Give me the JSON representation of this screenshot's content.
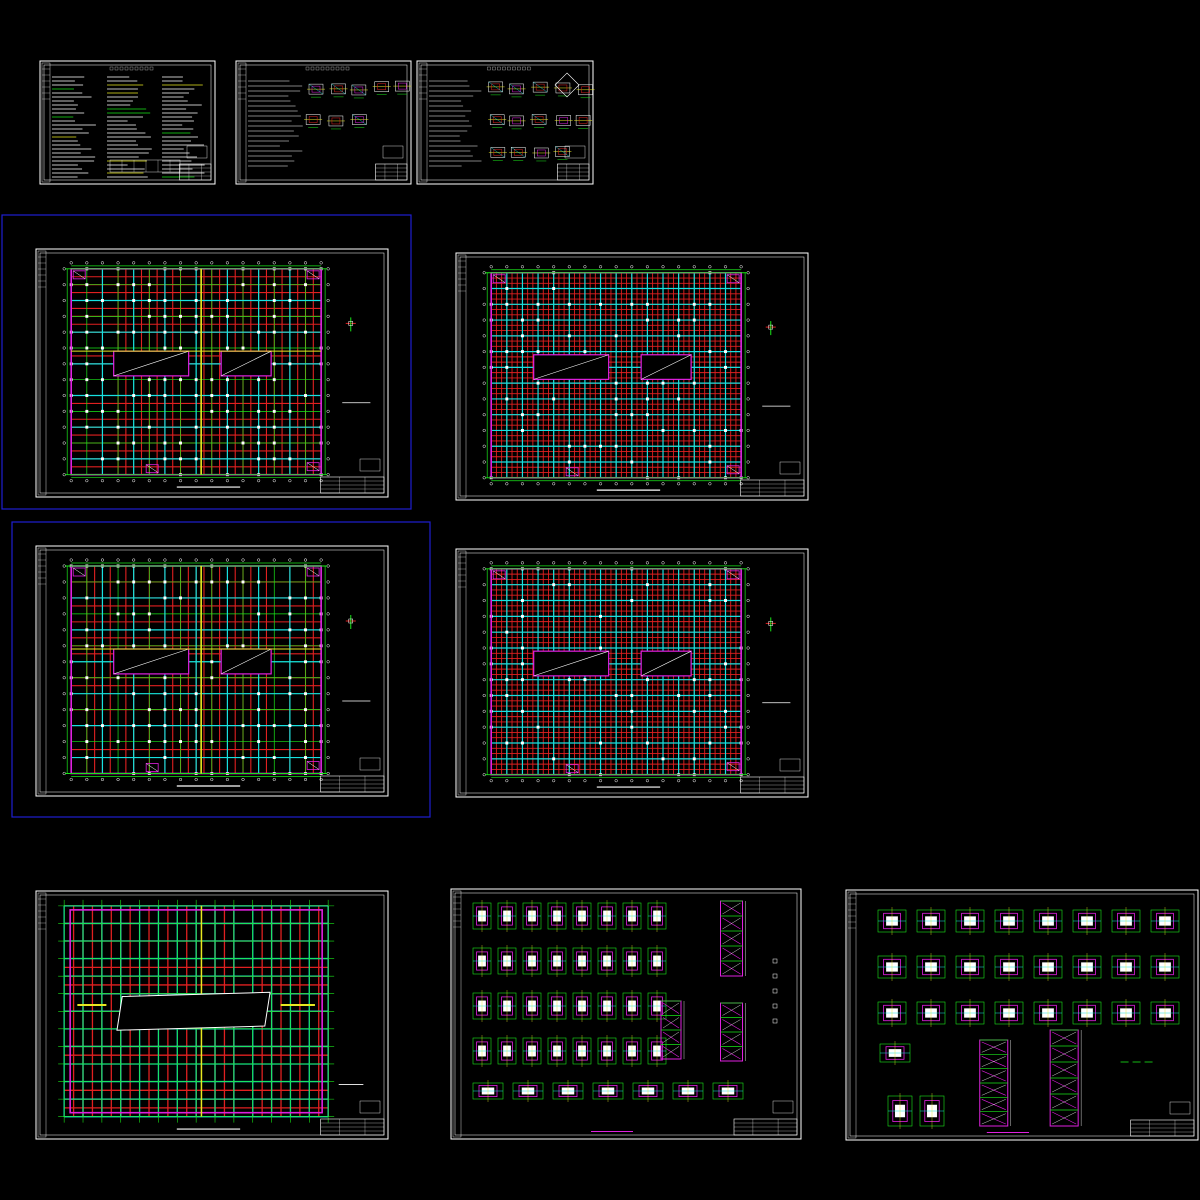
{
  "workspace": {
    "background": "#000000",
    "selection_color": "#1f1fd0"
  },
  "palette": {
    "frame": "#ffffff",
    "grid_green": "#19e619",
    "column_cyan": "#17e0e0",
    "beam_red": "#e02020",
    "outline_magenta": "#e020e0",
    "mark_yellow": "#e8e820",
    "text_white": "#ffffff"
  },
  "sheets": [
    {
      "name": "notes-sheet-1",
      "kind": "notes",
      "selected": false
    },
    {
      "name": "notes-sheet-2",
      "kind": "details",
      "selected": false
    },
    {
      "name": "notes-sheet-3",
      "kind": "details",
      "selected": false
    },
    {
      "name": "plan-sheet-a",
      "kind": "plan-sparse",
      "selected": true
    },
    {
      "name": "plan-sheet-b",
      "kind": "plan-dense",
      "selected": false
    },
    {
      "name": "plan-sheet-c",
      "kind": "plan-sparse",
      "selected": true
    },
    {
      "name": "plan-sheet-d",
      "kind": "plan-dense",
      "selected": false
    },
    {
      "name": "plan-sheet-e",
      "kind": "plan-roof",
      "selected": false
    },
    {
      "name": "detail-sheet-f",
      "kind": "sections",
      "selected": false
    },
    {
      "name": "detail-sheet-g",
      "kind": "sections",
      "selected": false
    }
  ]
}
